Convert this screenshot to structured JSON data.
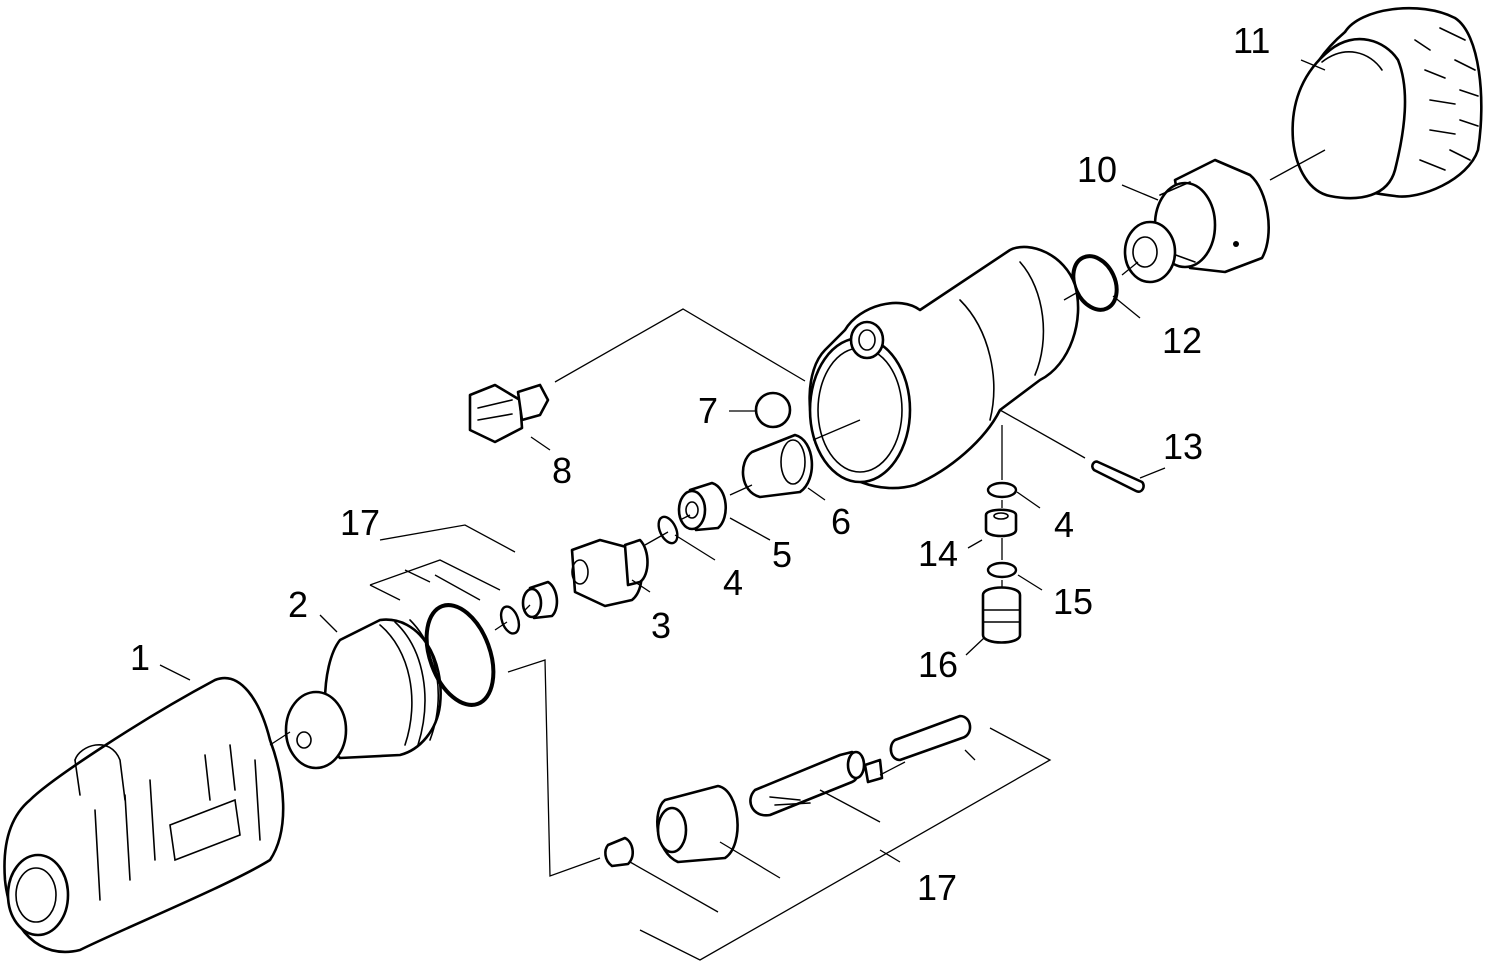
{
  "callouts": [
    {
      "id": "1",
      "text": "1"
    },
    {
      "id": "2",
      "text": "2"
    },
    {
      "id": "3",
      "text": "3"
    },
    {
      "id": "4a",
      "text": "4"
    },
    {
      "id": "4b",
      "text": "4"
    },
    {
      "id": "5",
      "text": "5"
    },
    {
      "id": "6",
      "text": "6"
    },
    {
      "id": "7",
      "text": "7"
    },
    {
      "id": "8",
      "text": "8"
    },
    {
      "id": "10",
      "text": "10"
    },
    {
      "id": "11",
      "text": "11"
    },
    {
      "id": "12",
      "text": "12"
    },
    {
      "id": "13",
      "text": "13"
    },
    {
      "id": "14",
      "text": "14"
    },
    {
      "id": "15",
      "text": "15"
    },
    {
      "id": "16",
      "text": "16"
    },
    {
      "id": "17a",
      "text": "17"
    },
    {
      "id": "17b",
      "text": "17"
    }
  ],
  "colors": {
    "ink": "#000000",
    "paper": "#ffffff"
  }
}
